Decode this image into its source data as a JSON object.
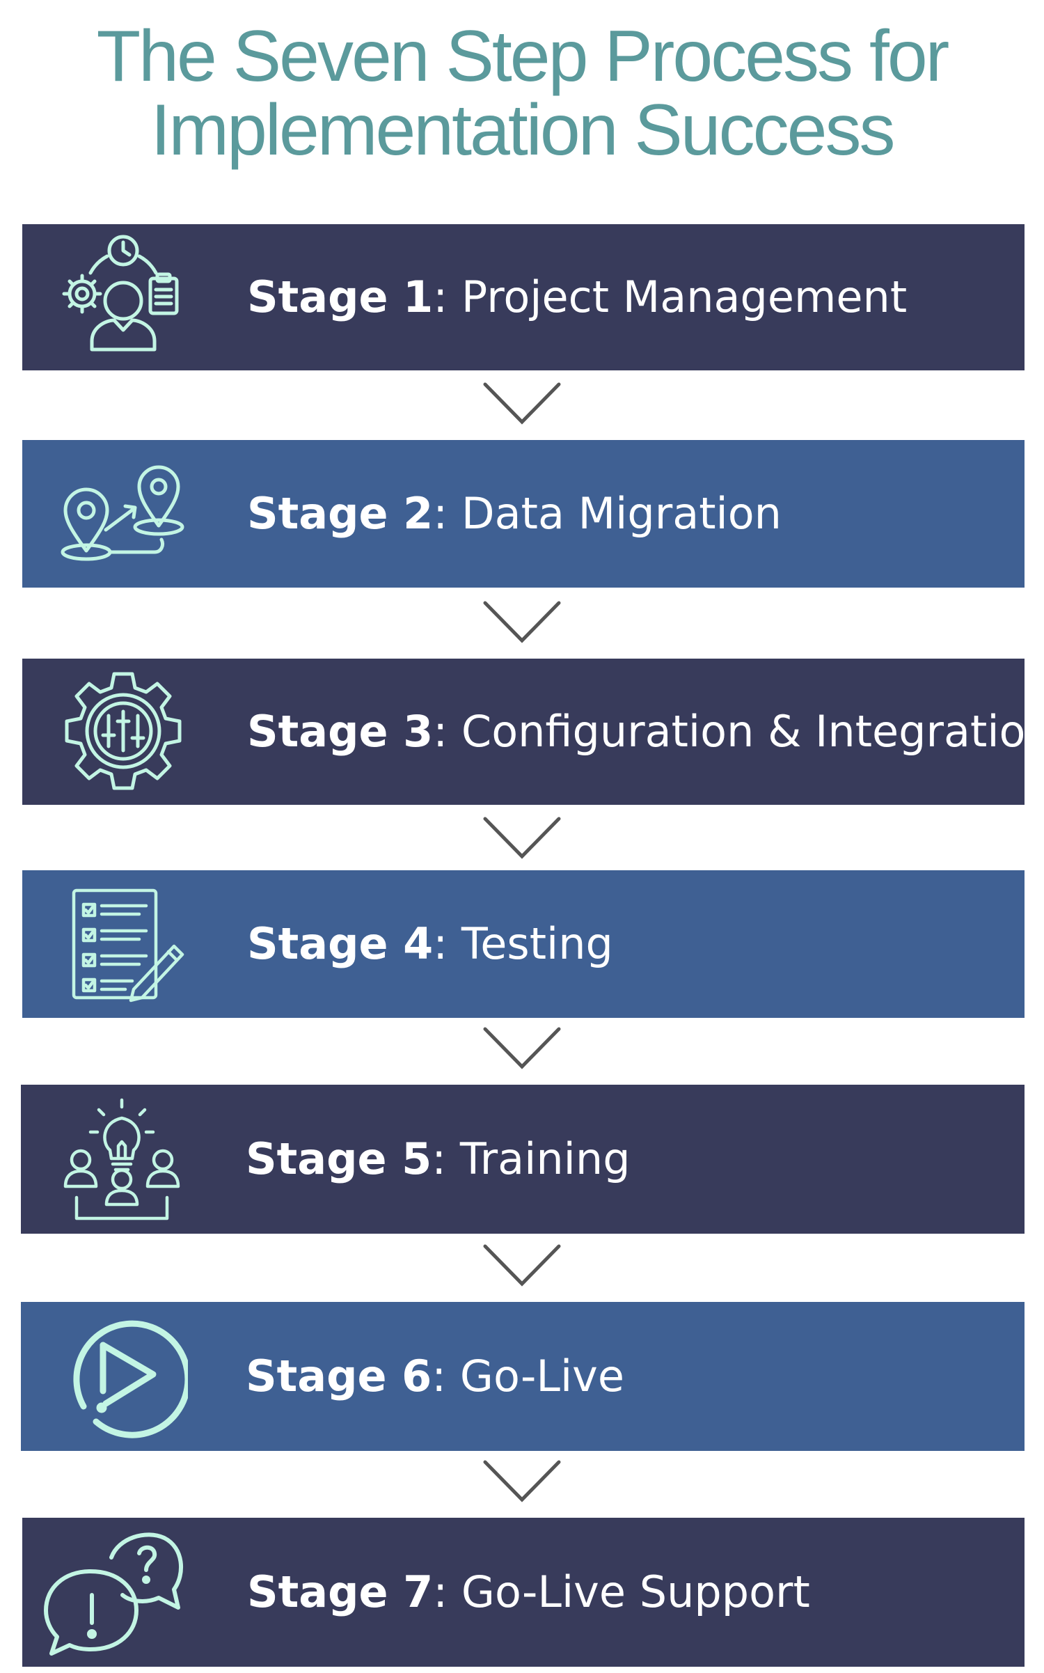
{
  "title": {
    "line1": "The Seven Step Process for",
    "line2": "Implementation Success"
  },
  "colors": {
    "title": "#5b9a9c",
    "dark_band": "#383b5b",
    "blue_band": "#3f6093",
    "icon": "#c3f5e4",
    "chevron": "#555555"
  },
  "stages": [
    {
      "prefix": "Stage 1",
      "sep": ":",
      "name": "Project Management",
      "icon": "team-clock-gear-clipboard-icon"
    },
    {
      "prefix": "Stage 2",
      "sep": ":",
      "name": "Data Migration",
      "icon": "map-pins-arrow-icon"
    },
    {
      "prefix": "Stage 3",
      "sep": ":",
      "name": "Configuration & Integration",
      "icon": "gear-sliders-icon"
    },
    {
      "prefix": "Stage 4",
      "sep": ":",
      "name": "Testing",
      "icon": "checklist-pencil-icon"
    },
    {
      "prefix": "Stage 5",
      "sep": ":",
      "name": "Training",
      "icon": "lightbulb-people-icon"
    },
    {
      "prefix": "Stage 6",
      "sep": ":",
      "name": "Go-Live",
      "icon": "play-circle-icon"
    },
    {
      "prefix": "Stage 7",
      "sep": ":",
      "name": "Go-Live Support",
      "icon": "speech-bubbles-question-exclamation-icon"
    }
  ]
}
